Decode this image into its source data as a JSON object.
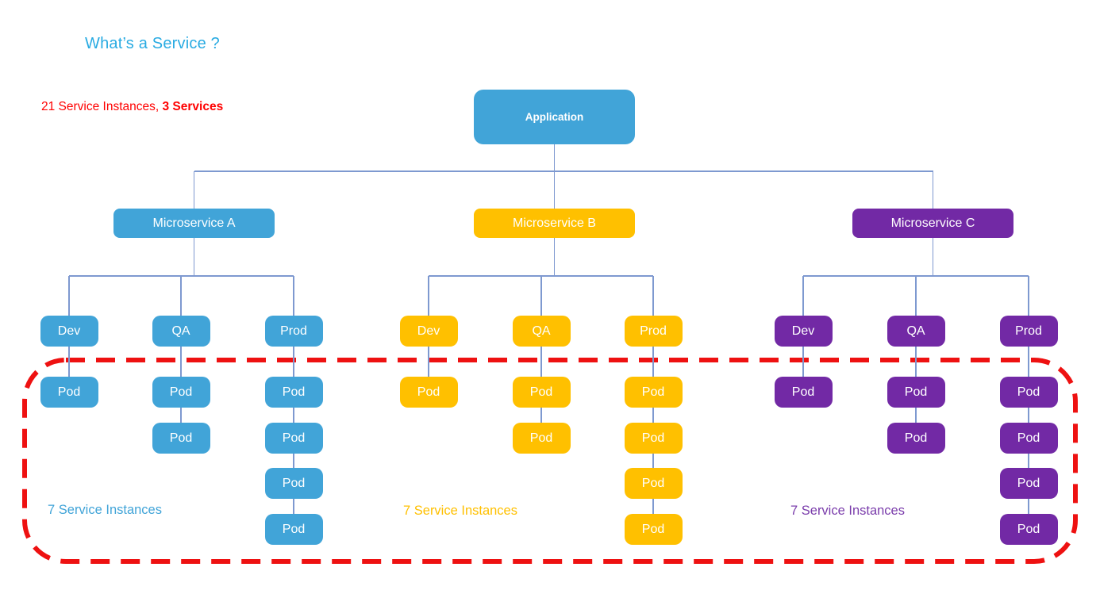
{
  "title": {
    "text": "What’s a Service ?",
    "color": "#29abe2"
  },
  "summary": {
    "normal": "21 Service Instances, ",
    "bold": "3 Services",
    "color": "#ff0000"
  },
  "application": {
    "label": "Application",
    "color": "#41a4d8"
  },
  "pod_label": "Pod",
  "groups": [
    {
      "label": "Microservice A",
      "color": "#41a4d8",
      "instances_label": "7 Service Instances",
      "instances_color": "#41a4d8",
      "environments": [
        {
          "label": "Dev",
          "pod_count": 1
        },
        {
          "label": "QA",
          "pod_count": 2
        },
        {
          "label": "Prod",
          "pod_count": 4
        }
      ]
    },
    {
      "label": "Microservice B",
      "color": "#ffc000",
      "instances_label": "7 Service Instances",
      "instances_color": "#ffc000",
      "environments": [
        {
          "label": "Dev",
          "pod_count": 1
        },
        {
          "label": "QA",
          "pod_count": 2
        },
        {
          "label": "Prod",
          "pod_count": 4
        }
      ]
    },
    {
      "label": "Microservice C",
      "color": "#7229a5",
      "instances_label": "7 Service Instances",
      "instances_color": "#7a3cab",
      "environments": [
        {
          "label": "Dev",
          "pod_count": 1
        },
        {
          "label": "QA",
          "pod_count": 2
        },
        {
          "label": "Prod",
          "pod_count": 4
        }
      ]
    }
  ],
  "highlight_box_color": "#ee1111",
  "connector_color": "#7e99d0"
}
